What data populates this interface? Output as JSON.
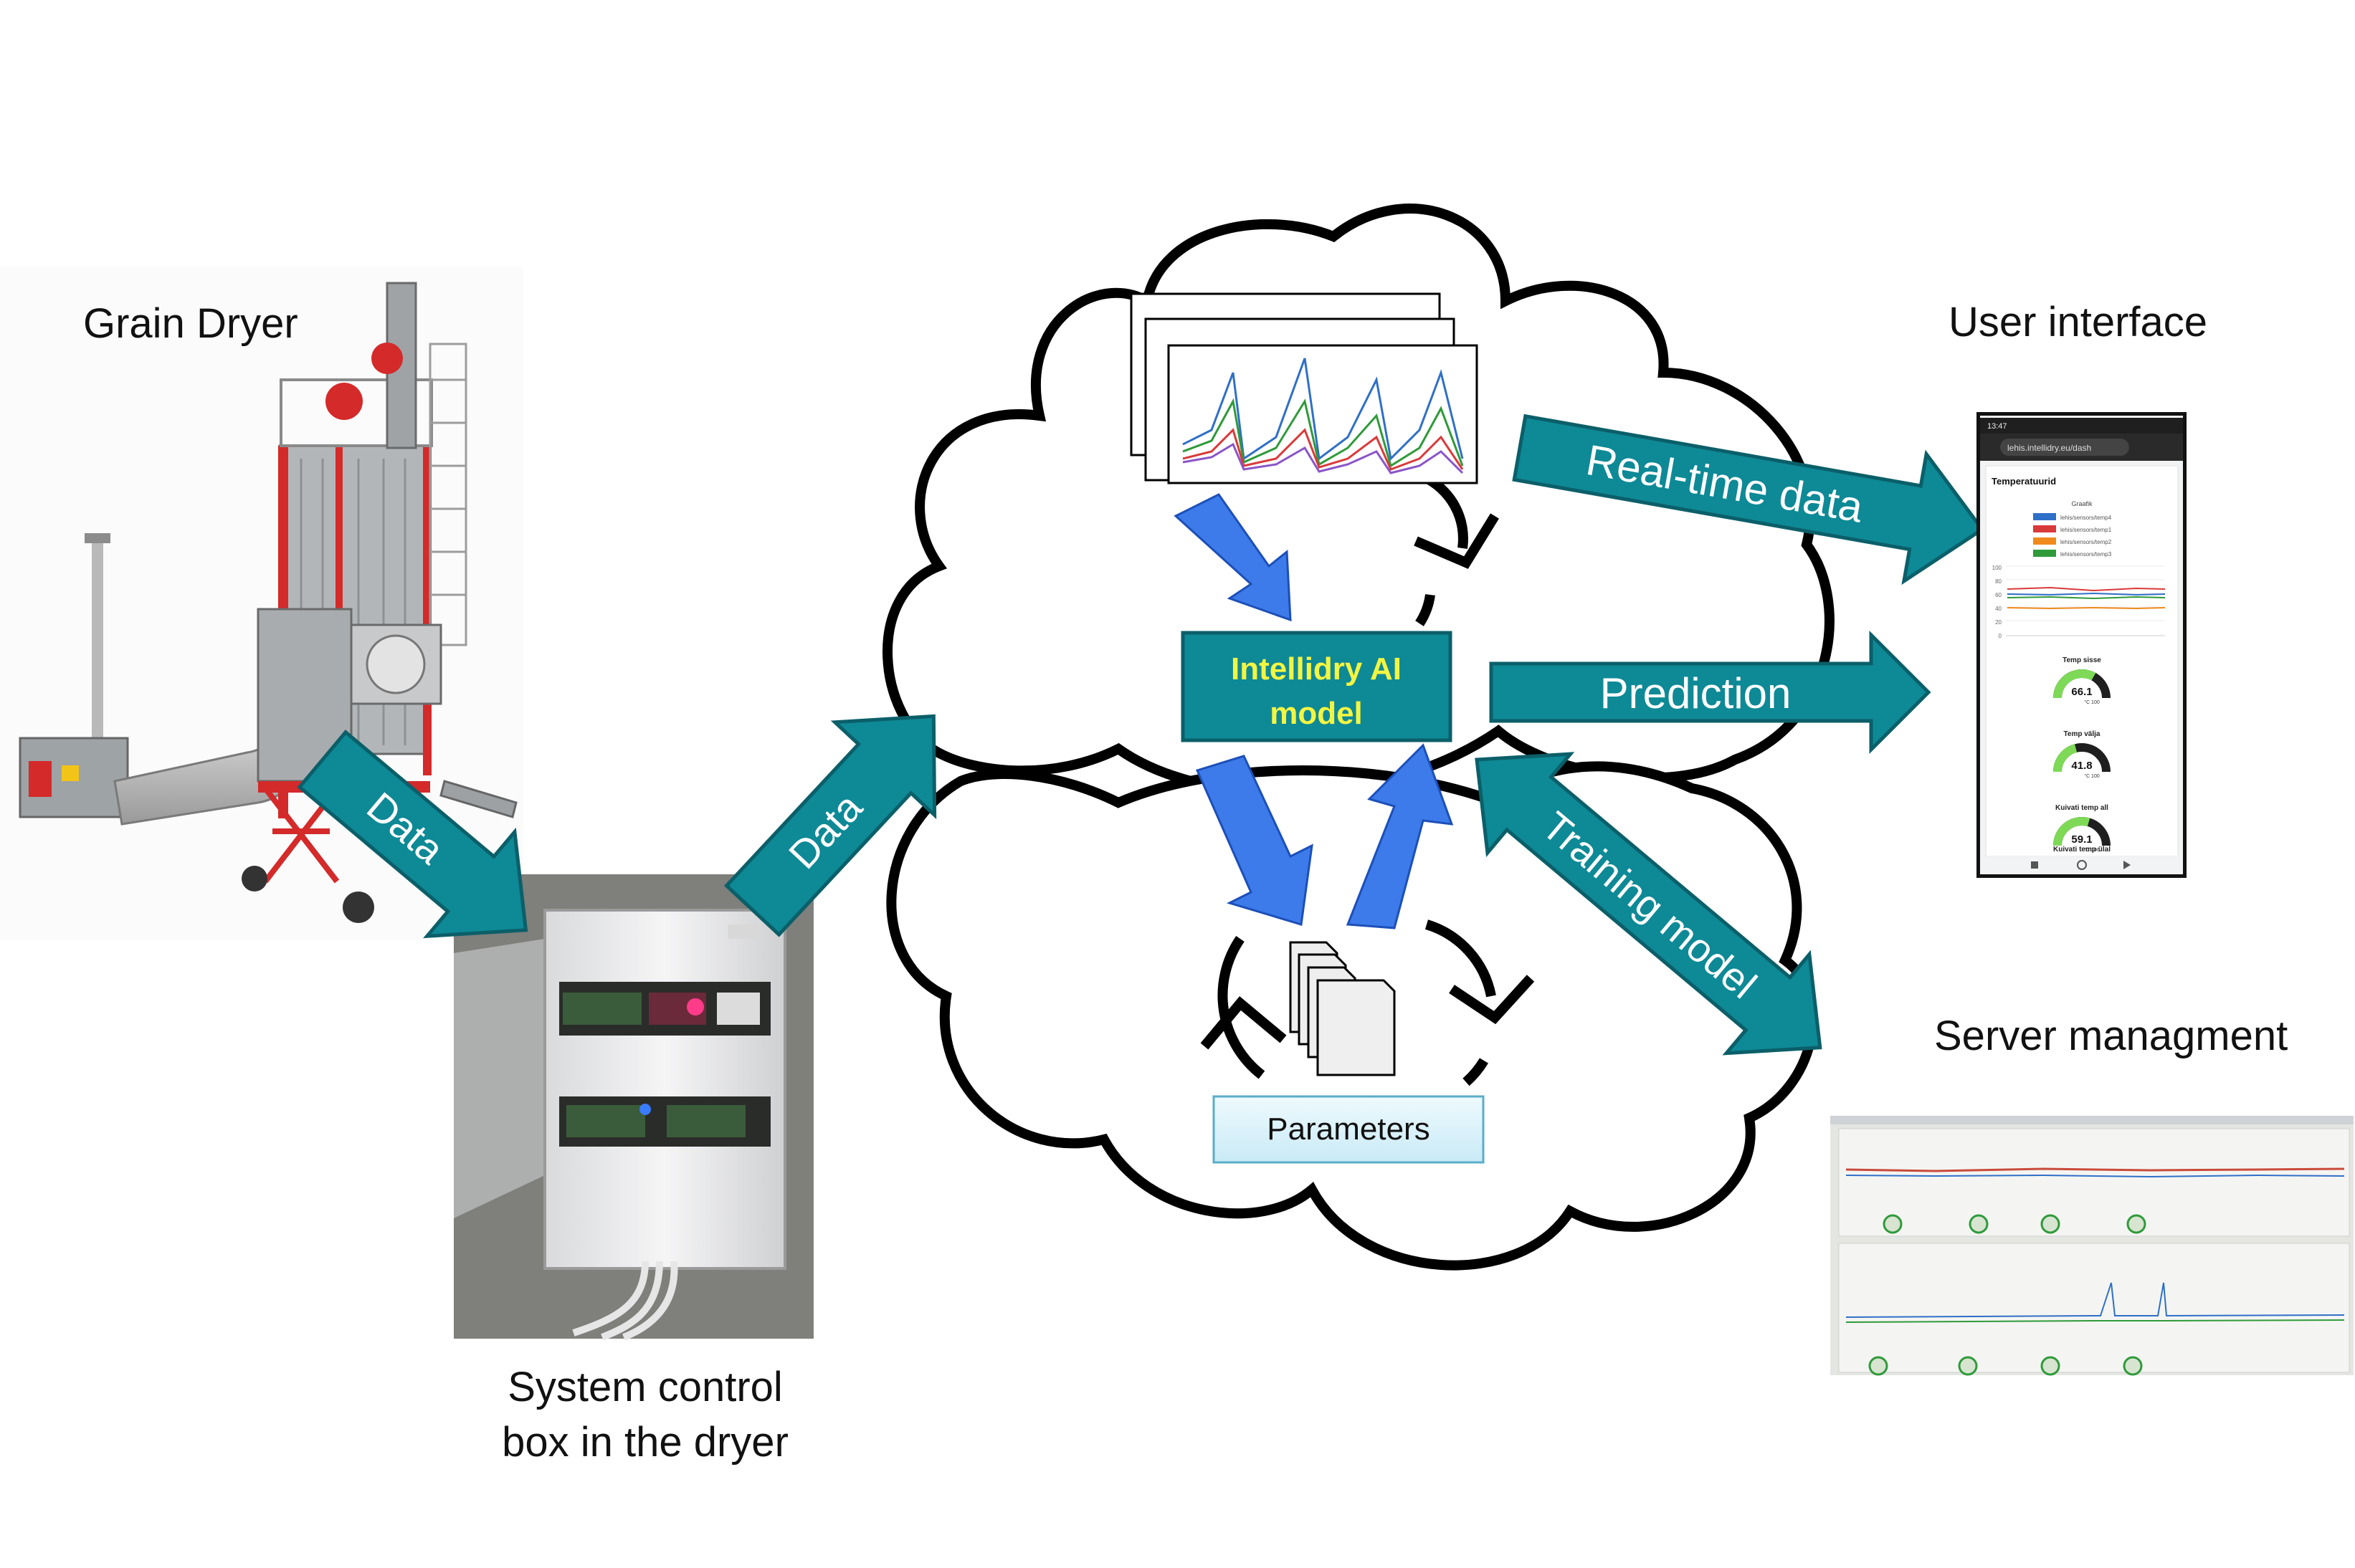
{
  "labels": {
    "grain_dryer": "Grain Dryer",
    "control_box_line1": "System control",
    "control_box_line2": "box in the dryer",
    "user_interface": "User interface",
    "server_management": "Server managment"
  },
  "arrows": {
    "data_dryer": "Data",
    "data_box": "Data",
    "realtime": "Real-time data",
    "prediction": "Prediction",
    "training": "Training model"
  },
  "center": {
    "ai_model_line1": "Intellidry AI",
    "ai_model_line2": "model",
    "parameters": "Parameters"
  },
  "phone": {
    "status_time": "13:47",
    "url": "lehis.intellidry.eu/dash",
    "section_title": "Temperatuurid",
    "chart_title": "Graafik",
    "legend": [
      "lehis/sensors/temp4",
      "lehis/sensors/temp1",
      "lehis/sensors/temp2",
      "lehis/sensors/temp3"
    ],
    "y_ticks": [
      "100",
      "80",
      "60",
      "40",
      "20",
      "0"
    ],
    "gauges": [
      {
        "label": "Temp sisse",
        "value": "66.1",
        "unit": "°C",
        "max": "100",
        "fraction": 0.66
      },
      {
        "label": "Temp välja",
        "value": "41.8",
        "unit": "°C",
        "max": "100",
        "fraction": 0.42
      },
      {
        "label": "Kuivati temp all",
        "value": "59.1",
        "unit": "°C",
        "max": "100",
        "fraction": 0.59
      }
    ],
    "last_label": "Kuivati temp ülal"
  },
  "colors": {
    "teal": "#0E8996",
    "teal_dark": "#0B5F69",
    "blue": "#3D7BEA",
    "ai_text": "#F3F542",
    "dryer_red": "#D42A2A",
    "params_fill": "#DDF3FA"
  },
  "icons": [
    "cycle-arrow-icon",
    "document-stack-icon"
  ]
}
